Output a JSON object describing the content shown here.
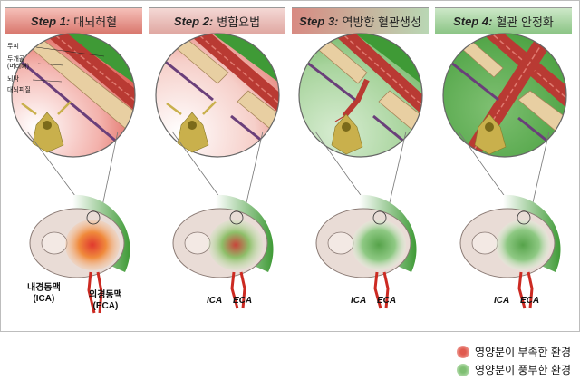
{
  "steps": [
    {
      "label": "Step 1:",
      "title": "대뇌허혈"
    },
    {
      "label": "Step 2:",
      "title": "병합요법"
    },
    {
      "label": "Step 3:",
      "title": "역방향 혈관생성"
    },
    {
      "label": "Step 4:",
      "title": "혈관 안정화"
    }
  ],
  "layer_labels": [
    "두피",
    "두개골\n(머리뼈)",
    "뇌막",
    "대뇌피질"
  ],
  "artery_labels": {
    "ica_full": "내경동맥\n(ICA)",
    "eca_full": "외경동맥\n(ECA)",
    "ica": "ICA",
    "eca": "ECA"
  },
  "legend": [
    {
      "label": "영양분이 부족한 환경",
      "color": "#e05a4f"
    },
    {
      "label": "영양분이 풍부한 환경",
      "color": "#7fbf73"
    }
  ]
}
